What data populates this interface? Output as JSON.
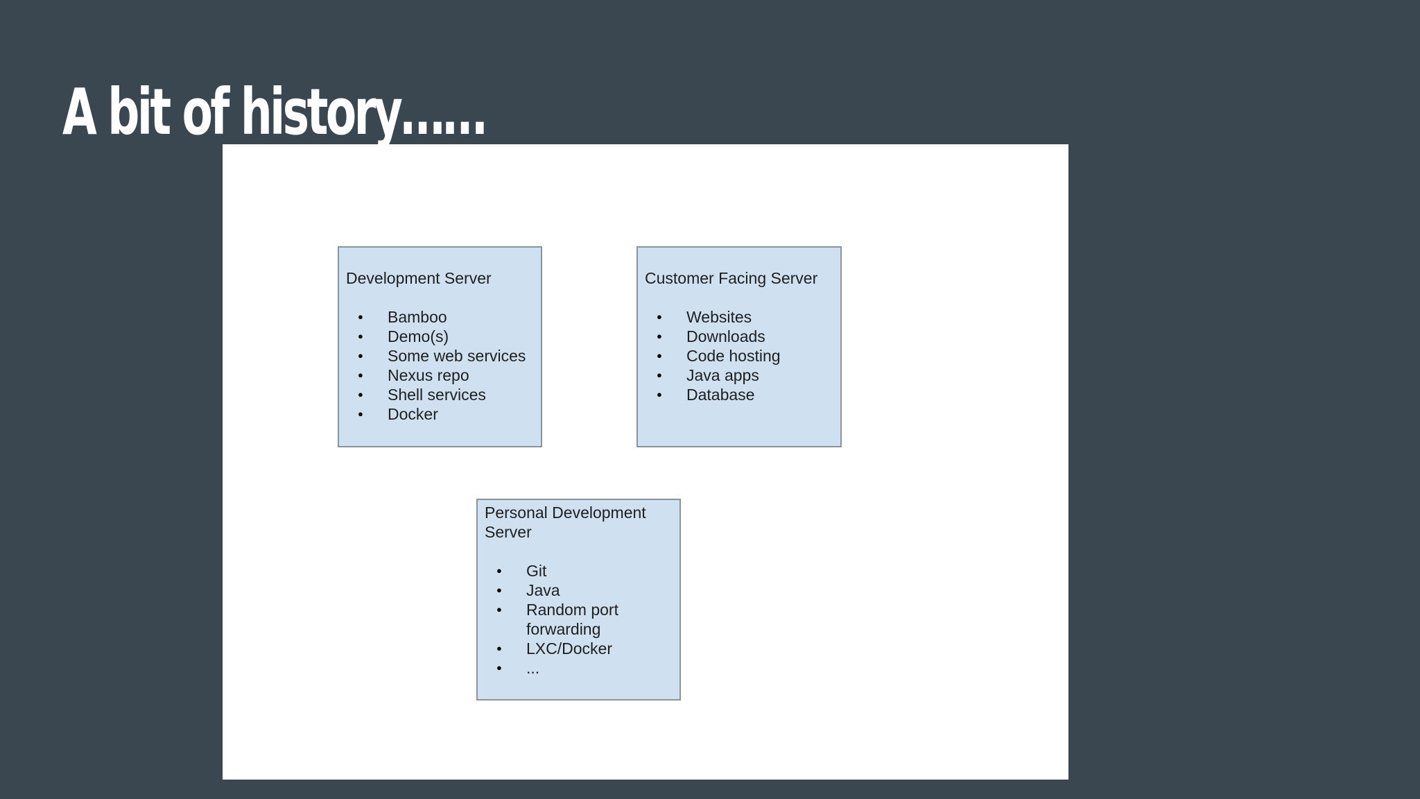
{
  "slide": {
    "title": "A bit of history……"
  },
  "diagram": {
    "boxes": [
      {
        "title": "Development Server",
        "items": [
          "Bamboo",
          "Demo(s)",
          "Some web services",
          "Nexus repo",
          "Shell services",
          "Docker"
        ]
      },
      {
        "title": "Customer Facing Server",
        "items": [
          "Websites",
          "Downloads",
          "Code hosting",
          "Java apps",
          "Database"
        ]
      },
      {
        "title": "Personal Development Server",
        "items": [
          "Git",
          "Java",
          "Random port forwarding",
          "LXC/Docker",
          "..."
        ]
      }
    ]
  },
  "colors": {
    "slide_background": "#3a4750",
    "canvas_background": "#ffffff",
    "box_fill": "#cfe0f0",
    "box_border": "#8a949c",
    "title_text": "#ffffff"
  }
}
